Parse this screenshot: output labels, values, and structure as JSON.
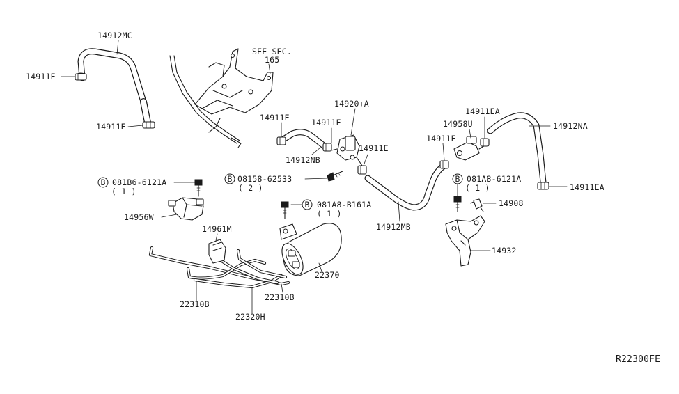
{
  "labels": {
    "l_14912mc": "14912MC",
    "l_14911e_a": "14911E",
    "l_14911e_b": "14911E",
    "l_see_sec": "SEE SEC.",
    "l_see_sec_num": "165",
    "l_14920a": "14920+A",
    "l_14911e_c": "14911E",
    "l_14911e_d": "14911E",
    "l_14911e_e": "14911E",
    "l_14912nb": "14912NB",
    "l_08158": "08158-62533",
    "l_08158_qty": "( 2 )",
    "l_081b6": "081B6-6121A",
    "l_081b6_qty": "( 1 )",
    "l_14956w": "14956W",
    "l_081a8_b161a": "081A8-B161A",
    "l_081a8_b161a_qty": "( 1 )",
    "l_14961m": "14961M",
    "l_22370": "22370",
    "l_22310b_a": "22310B",
    "l_22310b_b": "22310B",
    "l_22320h": "22320H",
    "l_14912mb": "14912MB",
    "l_14911e_f": "14911E",
    "l_14958u": "14958U",
    "l_14911ea_a": "14911EA",
    "l_14912na": "14912NA",
    "l_14911ea_b": "14911EA",
    "l_081a8_6121a": "081A8-6121A",
    "l_081a8_6121a_qty": "( 1 )",
    "l_14908": "14908",
    "l_14932": "14932",
    "l_ref": "R22300FE"
  },
  "bolt_symbol": "B"
}
